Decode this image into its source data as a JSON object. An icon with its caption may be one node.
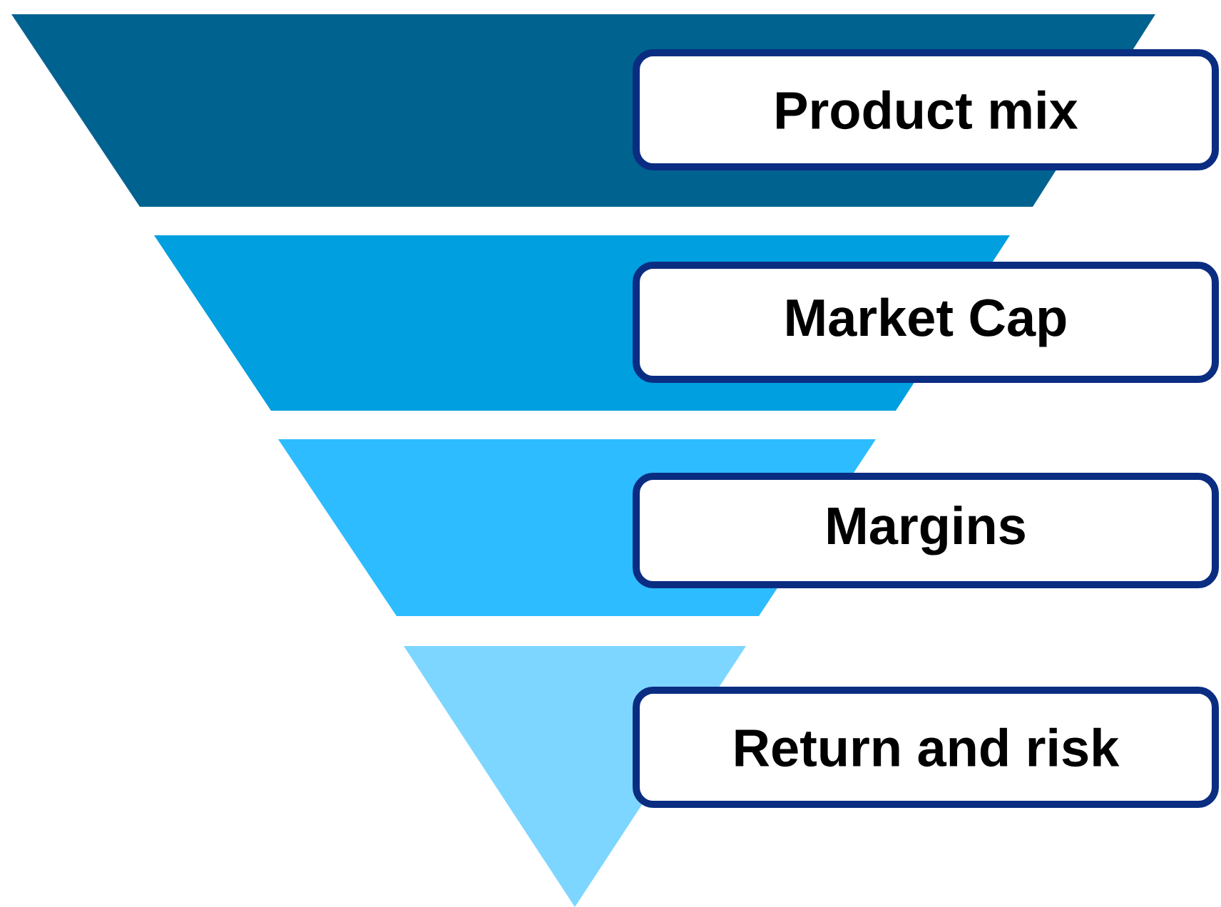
{
  "diagram": {
    "nodes": [
      {
        "text": [
          "Product mix"
        ]
      },
      {
        "text": [
          "Market Cap"
        ]
      },
      {
        "text": [
          "Margins"
        ]
      },
      {
        "text": [
          "Return and risk"
        ]
      }
    ],
    "edges": []
  }
}
